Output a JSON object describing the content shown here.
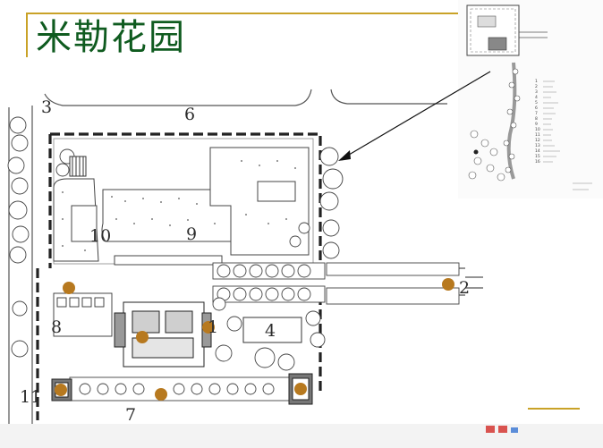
{
  "slide": {
    "title": "米勒花园"
  },
  "plan": {
    "labels": [
      "1",
      "2",
      "3",
      "4",
      "6",
      "7",
      "8",
      "9",
      "10",
      "11"
    ],
    "marker_color": "#b7791f"
  },
  "thumbnail": {
    "legend": [
      "1",
      "2",
      "3",
      "4",
      "5",
      "6",
      "7",
      "8",
      "9",
      "10",
      "11",
      "12",
      "13",
      "14",
      "15",
      "16"
    ]
  },
  "colors": {
    "title": "#0f5b1f",
    "accent_rule": "#c9a227",
    "marker": "#b7791f"
  }
}
